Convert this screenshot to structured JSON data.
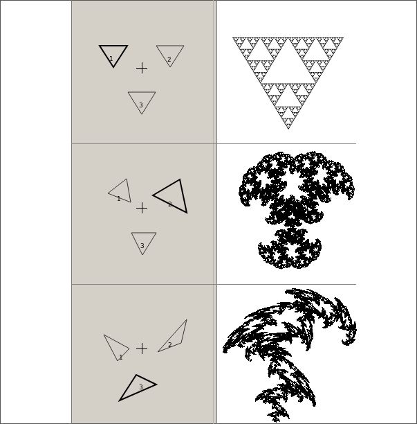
{
  "diagram": {
    "labels": [
      "1",
      "2",
      "3",
      "1",
      "2",
      "3",
      "1",
      "2",
      "3"
    ]
  }
}
